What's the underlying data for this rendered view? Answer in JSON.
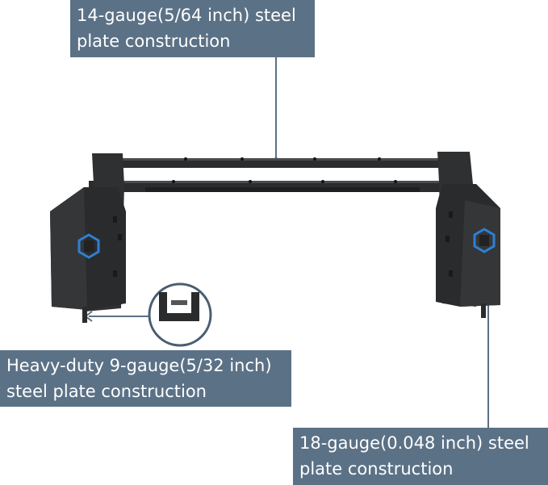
{
  "callouts": {
    "top": {
      "line1": "14-gauge(5/64 inch) steel",
      "line2": "plate construction"
    },
    "left": {
      "line1": "Heavy-duty 9-gauge(5/32 inch)",
      "line2": "steel plate construction"
    },
    "right": {
      "line1": "18-gauge(0.048 inch) steel",
      "line2": "plate construction"
    }
  },
  "colors": {
    "callout_bg": "#5b7186",
    "leader": "#5b7186",
    "steel": "#2b2c2e",
    "hex_accent": "#2f7fd1"
  }
}
